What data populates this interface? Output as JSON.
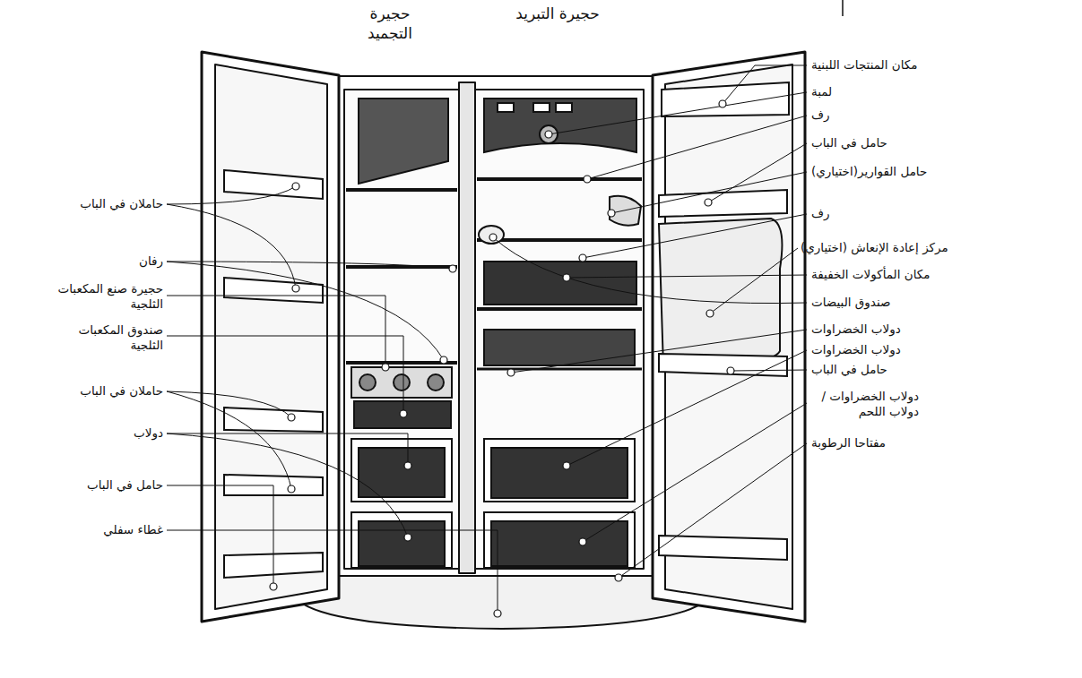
{
  "diagram": {
    "labels": [
      "حجيرة التجميد",
      "حجيرة التبريد",
      "مكان المنتجات اللبنية",
      "لمبة",
      "رف",
      "حامل في الباب",
      "حامل القوارير(اختياري)",
      "رف",
      "مركز إعادة الإنعاش (اختياري)",
      "مكان المأكولات الخفيفة",
      "صندوق البيضات",
      "دولاب الخضراوات",
      "دولاب الخضراوات",
      "حامل في الباب",
      "دولاب الخضراوات /دولاب اللحم",
      "مفتاحا الرطوبة",
      "حاملان في الباب",
      "رفان",
      "حجيرة صنع المكعبات الثلجية",
      "صندوق المكعبات الثلجية",
      "حاملان في الباب",
      "دولاب",
      "حامل في الباب",
      "غطاء سفلي"
    ]
  }
}
